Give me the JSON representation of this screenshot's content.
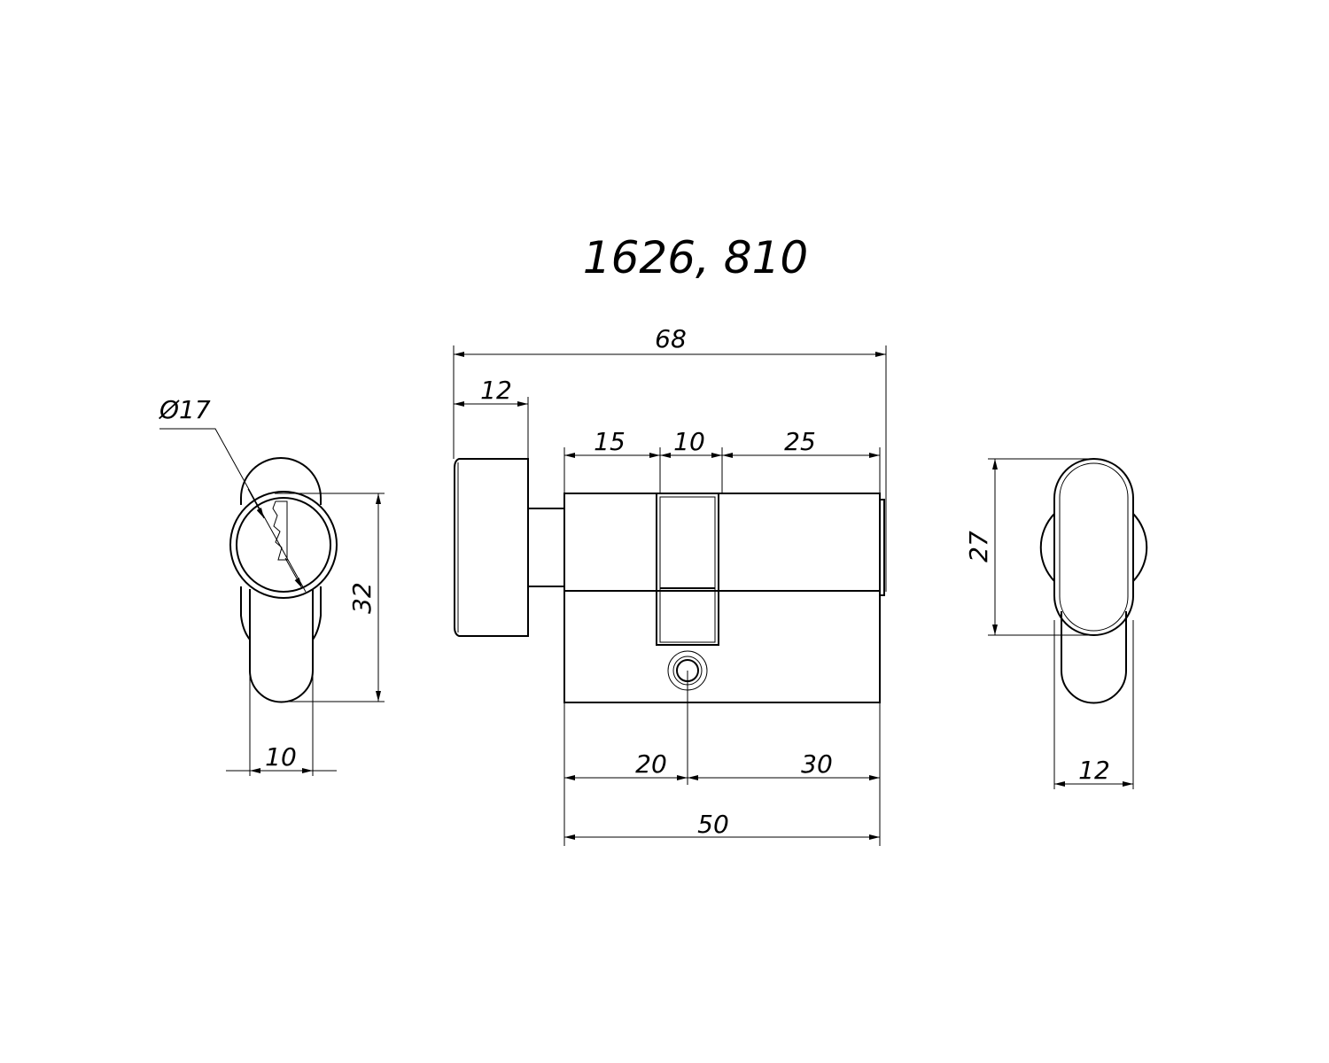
{
  "title": "1626, 810",
  "left_view": {
    "diameter_label": "Ø17",
    "height_label": "32",
    "width_label": "10"
  },
  "front_view": {
    "overall_length": "68",
    "knob_length": "12",
    "left_segment": "15",
    "cam_width": "10",
    "right_segment": "25",
    "screw_left": "20",
    "screw_right": "30",
    "body_length": "50"
  },
  "right_view": {
    "height_label": "27",
    "width_label": "12"
  }
}
